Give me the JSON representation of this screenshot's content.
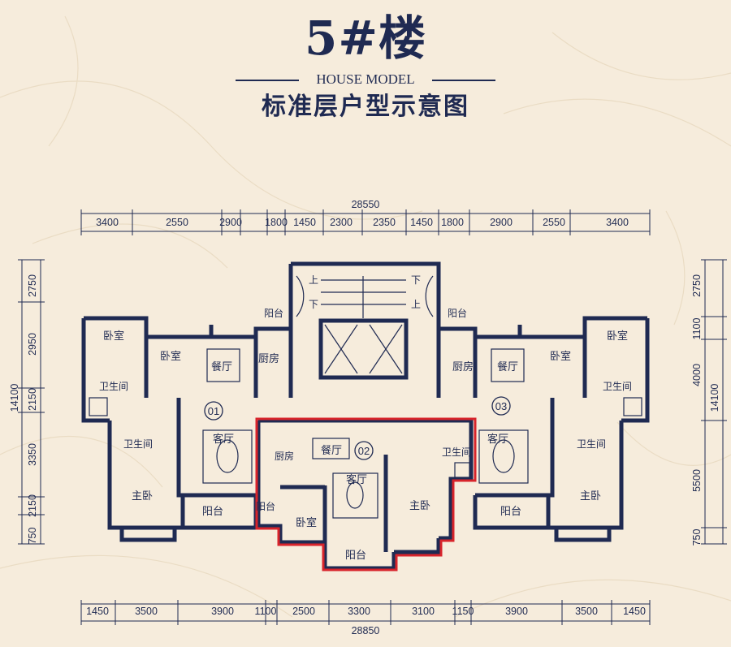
{
  "header": {
    "building": "5#楼",
    "subtitle": "HOUSE MODEL",
    "plan_title": "标准层户型示意图"
  },
  "dimensions": {
    "top_total": "28550",
    "top": [
      "3400",
      "2550",
      "2900",
      "1800",
      "1450",
      "2300",
      "2350",
      "1450",
      "1800",
      "2900",
      "2550",
      "3400"
    ],
    "bottom_total": "28850",
    "bottom": [
      "1450",
      "3500",
      "3900",
      "1100",
      "2500",
      "3300",
      "3100",
      "1150",
      "3900",
      "3500",
      "1450"
    ],
    "left_total": "14100",
    "left": [
      "2750",
      "2950",
      "2150",
      "3350",
      "2150",
      "750"
    ],
    "right_total": "14100",
    "right": [
      "2750",
      "1100",
      "4000",
      "5500",
      "750"
    ]
  },
  "units": [
    "01",
    "02",
    "03"
  ],
  "rooms": {
    "bedroom": "卧室",
    "master": "主卧",
    "living": "客厅",
    "dining": "餐厅",
    "kitchen": "厨房",
    "bath": "卫生间",
    "balcony": "阳台",
    "up": "上",
    "down": "下"
  },
  "colors": {
    "wall": "#1f2a52",
    "highlight": "#d8242b",
    "background": "#f6ecdc"
  }
}
